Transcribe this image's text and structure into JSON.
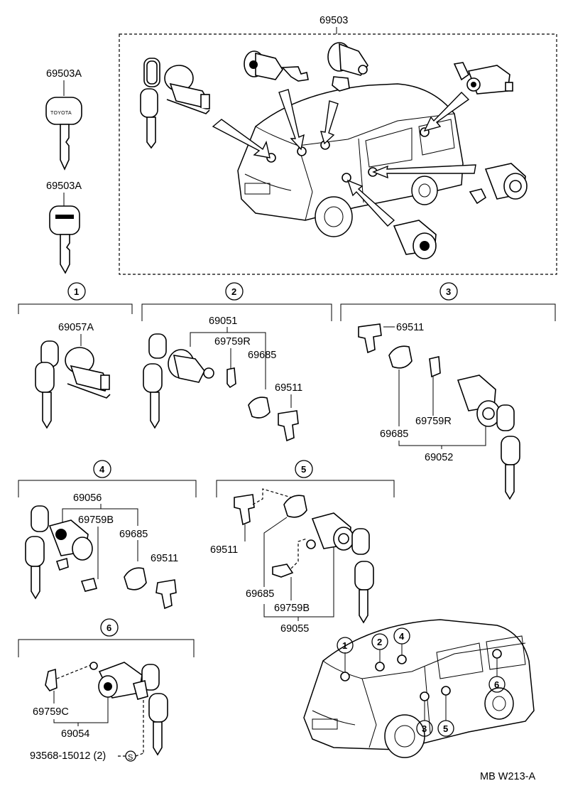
{
  "diagram_code": "MB W213-A",
  "header_part": "69503",
  "keys": [
    {
      "part": "69503A"
    },
    {
      "part": "69503A"
    }
  ],
  "key_logo_text": "TOYOTA",
  "groups": [
    {
      "num": "1",
      "parts": [
        "69057A"
      ]
    },
    {
      "num": "2",
      "parts": [
        "69051",
        "69759R",
        "69685",
        "69511"
      ]
    },
    {
      "num": "3",
      "parts": [
        "69511",
        "69685",
        "69759R",
        "69052"
      ]
    },
    {
      "num": "4",
      "parts": [
        "69056",
        "69759B",
        "69685",
        "69511"
      ]
    },
    {
      "num": "5",
      "parts": [
        "69511",
        "69685",
        "69759B",
        "69055"
      ]
    },
    {
      "num": "6",
      "parts": [
        "69759C",
        "69054",
        "93568-15012 (2)"
      ]
    }
  ],
  "screw_symbol": "S",
  "van_callouts": [
    "1",
    "2",
    "3",
    "4",
    "5",
    "6"
  ]
}
